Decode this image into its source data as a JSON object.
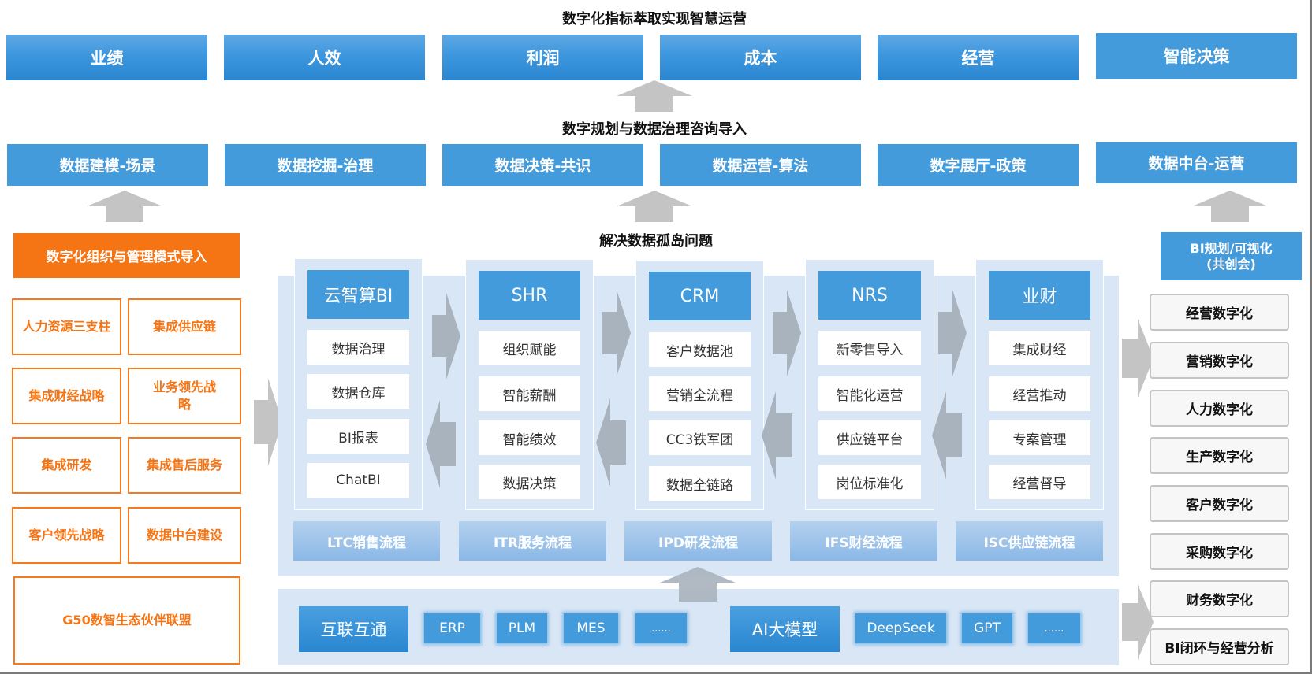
{
  "titles": {
    "top": "数字化指标萃取实现智慧运营",
    "middle": "数字规划与数据治理咨询导入",
    "island": "解决数据孤岛问题"
  },
  "metrics": [
    "业绩",
    "人效",
    "利润",
    "成本",
    "经营",
    "智能决策"
  ],
  "data_capabilities": [
    "数据建模-场景",
    "数据挖掘-治理",
    "数据决策-共识",
    "数据运营-算法",
    "数字展厅-政策",
    "数据中台-运营"
  ],
  "left_panel": {
    "header": "数字化组织与管理模式导入",
    "items": [
      "人力资源三支柱",
      "集成供应链",
      "集成财经战略",
      "业务领先战略",
      "集成研发",
      "集成售后服务",
      "客户领先战略",
      "数据中台建设"
    ],
    "footer": "G50数智生态伙伴联盟"
  },
  "systems": [
    {
      "name": "云智算BI",
      "items": [
        "数据治理",
        "数据仓库",
        "BI报表",
        "ChatBI"
      ]
    },
    {
      "name": "SHR",
      "items": [
        "组织赋能",
        "智能薪酬",
        "智能绩效",
        "数据决策"
      ]
    },
    {
      "name": "CRM",
      "items": [
        "客户数据池",
        "营销全流程",
        "CC3铁军团",
        "数据全链路"
      ]
    },
    {
      "name": "NRS",
      "items": [
        "新零售导入",
        "智能化运营",
        "供应链平台",
        "岗位标准化"
      ]
    },
    {
      "name": "业财",
      "items": [
        "集成财经",
        "经营推动",
        "专案管理",
        "经营督导"
      ]
    }
  ],
  "processes": [
    "LTC销售流程",
    "ITR服务流程",
    "IPD研发流程",
    "IFS财经流程",
    "ISC供应链流程"
  ],
  "foundation": {
    "interconnect": {
      "label": "互联互通",
      "chips": [
        "ERP",
        "PLM",
        "MES",
        "......"
      ]
    },
    "ai": {
      "label": "AI大模型",
      "chips": [
        "DeepSeek",
        "GPT",
        "......"
      ]
    }
  },
  "right_panel": {
    "header": "BI规划/可视化\n(共创会)",
    "header_line1": "BI规划/可视化",
    "header_line2": "(共创会)",
    "items": [
      "经营数字化",
      "营销数字化",
      "人力数字化",
      "生产数字化",
      "客户数字化",
      "采购数字化",
      "财务数字化",
      "BI闭环与经营分析"
    ]
  },
  "colors": {
    "primary_blue": "#449bdb",
    "panel_blue": "#d9e6f5",
    "orange": "#f57414",
    "arrow_gray": "#c4c4c4",
    "arrow_slate": "#a9b3bd"
  }
}
